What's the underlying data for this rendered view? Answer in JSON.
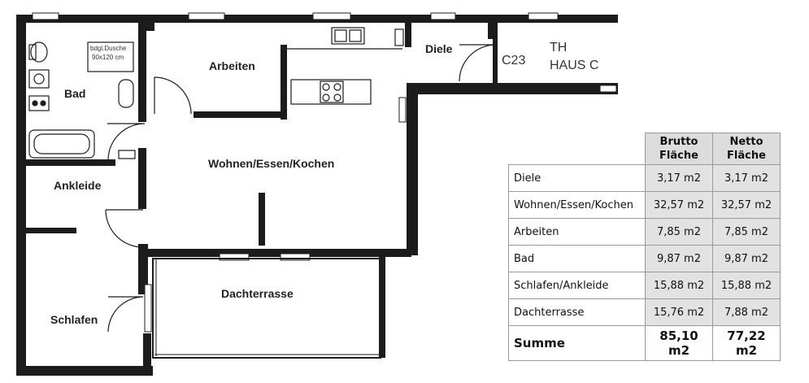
{
  "plan": {
    "rooms": {
      "bad": "Bad",
      "arbeiten": "Arbeiten",
      "diele": "Diele",
      "wohnen": "Wohnen/Essen/Kochen",
      "ankleide": "Ankleide",
      "schlafen": "Schlafen",
      "dachterrasse": "Dachterrasse"
    },
    "shower_note_line1": "bdgl.Dusche",
    "shower_note_line2": "90x120 cm",
    "unit_code": "C23",
    "th_label": "TH",
    "haus_label": "HAUS C"
  },
  "table": {
    "headers": [
      "",
      "Brutto Fläche",
      "Netto Fläche"
    ],
    "rows": [
      {
        "name": "Diele",
        "brutto": "3,17 m2",
        "netto": "3,17 m2"
      },
      {
        "name": "Wohnen/Essen/Kochen",
        "brutto": "32,57 m2",
        "netto": "32,57 m2"
      },
      {
        "name": "Arbeiten",
        "brutto": "7,85 m2",
        "netto": "7,85 m2"
      },
      {
        "name": "Bad",
        "brutto": "9,87 m2",
        "netto": "9,87 m2"
      },
      {
        "name": "Schlafen/Ankleide",
        "brutto": "15,88 m2",
        "netto": "15,88 m2"
      },
      {
        "name": "Dachterrasse",
        "brutto": "15,76 m2",
        "netto": "7,88 m2"
      }
    ],
    "sum": {
      "name": "Summe",
      "brutto": "85,10 m2",
      "netto": "77,22 m2"
    }
  },
  "colors": {
    "wall": "#1c1c1c",
    "header_fill": "#dcdcdc",
    "value_fill": "#e2e2e2"
  }
}
